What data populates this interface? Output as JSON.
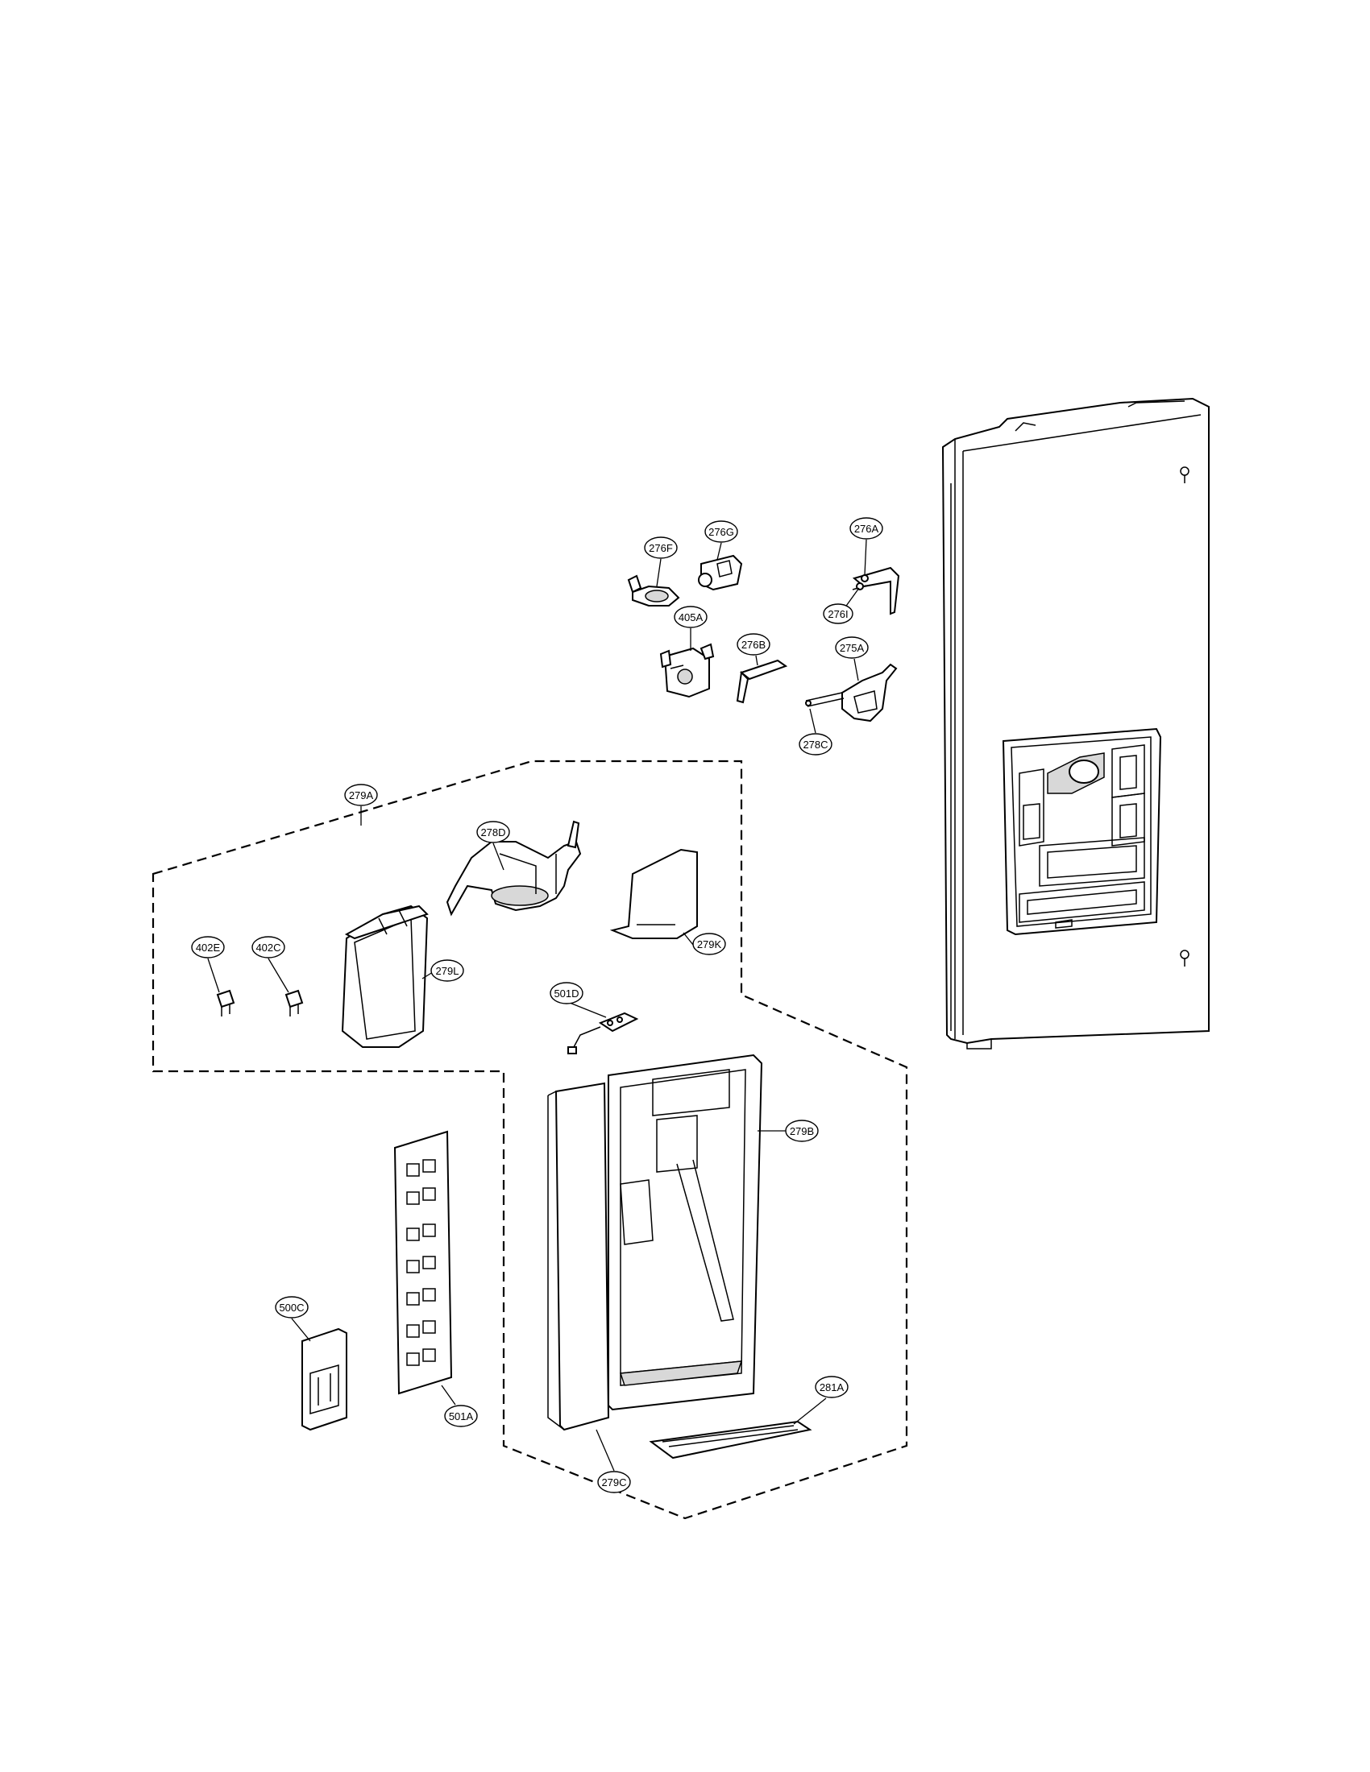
{
  "diagram": {
    "callouts": {
      "c276A": "276A",
      "c276F": "276F",
      "c276G": "276G",
      "c276I": "276I",
      "c405A": "405A",
      "c276B": "276B",
      "c275A": "275A",
      "c278C": "278C",
      "c279A": "279A",
      "c278D": "278D",
      "c402E": "402E",
      "c402C": "402C",
      "c279L": "279L",
      "c279K": "279K",
      "c501D": "501D",
      "c279B": "279B",
      "c500C": "500C",
      "c501A": "501A",
      "c281A": "281A",
      "c279C": "279C"
    }
  }
}
